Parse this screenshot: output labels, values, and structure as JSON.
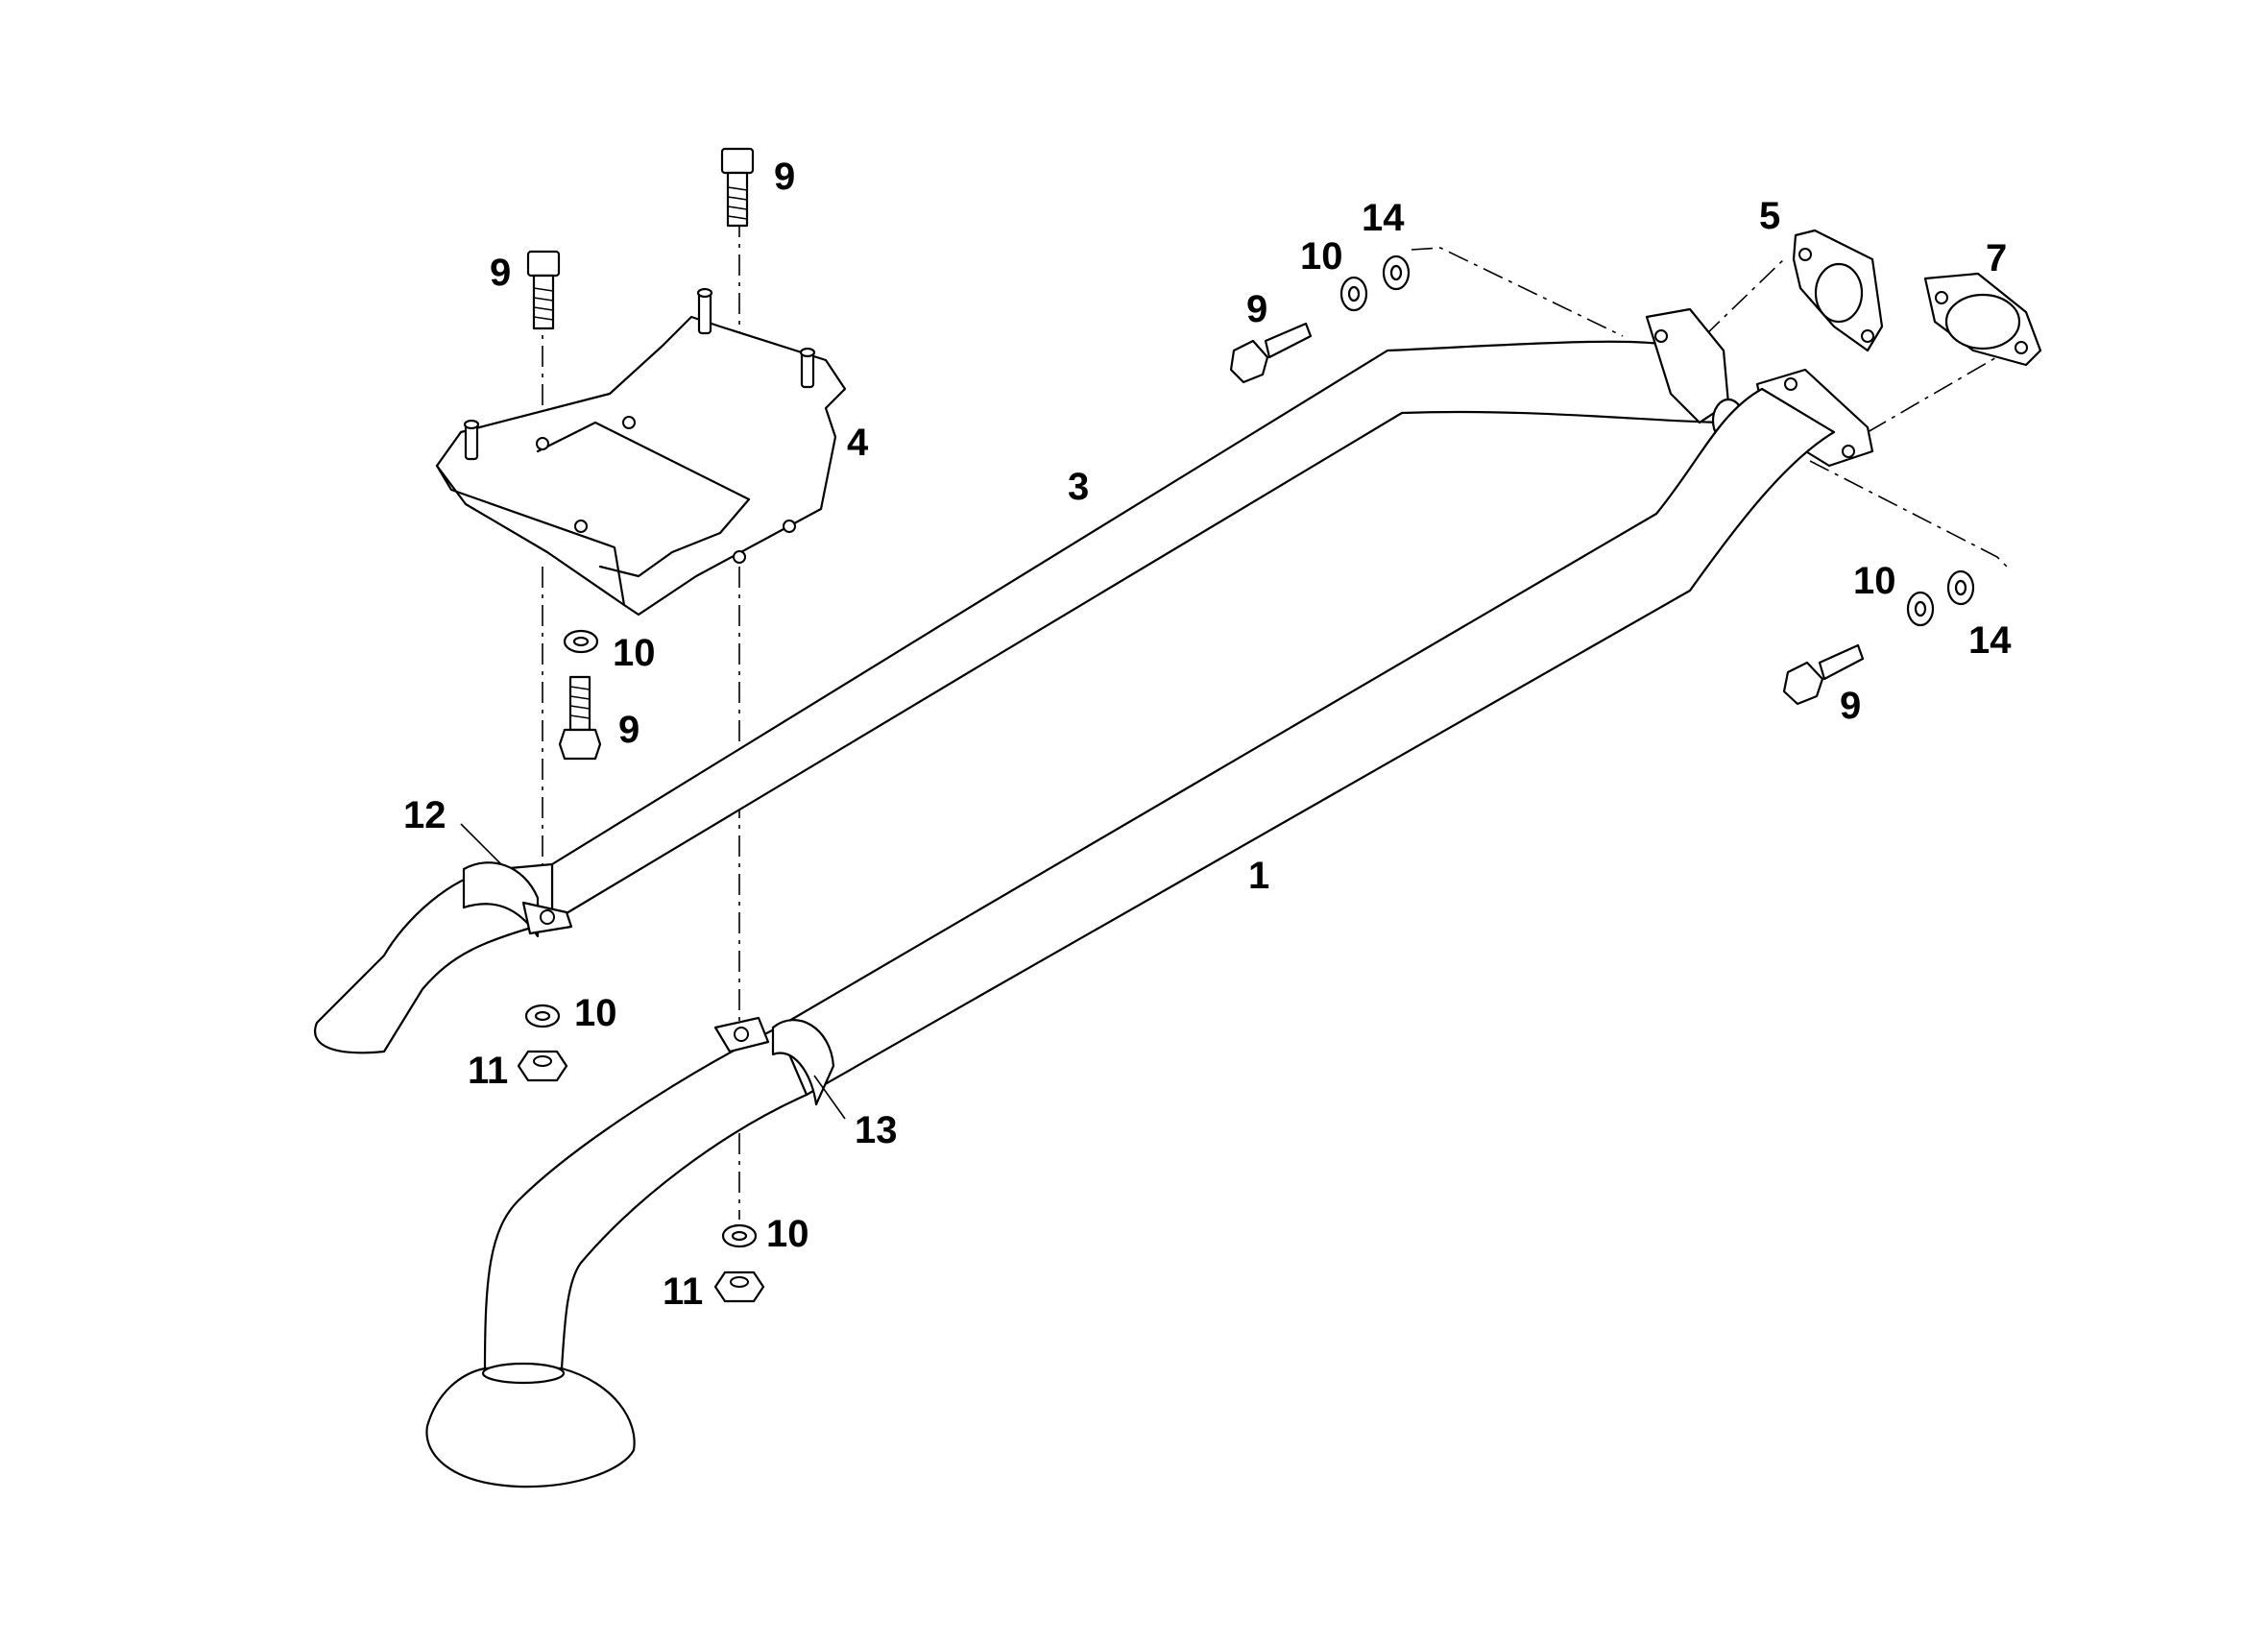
{
  "diagram": {
    "callouts": {
      "p1": "1",
      "p3": "3",
      "p4": "4",
      "p5": "5",
      "p7": "7",
      "p9": "9",
      "p10": "10",
      "p11": "11",
      "p12": "12",
      "p13": "13",
      "p14": "14"
    }
  }
}
